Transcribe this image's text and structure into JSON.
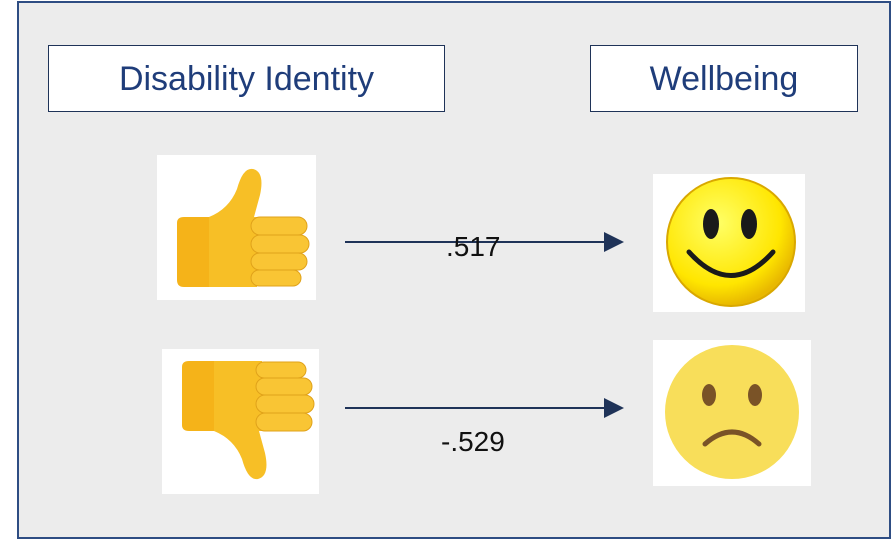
{
  "headers": {
    "left": "Disability Identity",
    "right": "Wellbeing"
  },
  "paths": [
    {
      "coefficient": ".517",
      "from_icon": "thumbs-up-icon",
      "to_icon": "smiley-face-icon"
    },
    {
      "coefficient": "-.529",
      "from_icon": "thumbs-down-icon",
      "to_icon": "frowning-face-icon"
    }
  ],
  "colors": {
    "frame": "#2e4d83",
    "label_text": "#1f3d7a",
    "arrow": "#1f3358",
    "panel_bg": "#ececec"
  }
}
